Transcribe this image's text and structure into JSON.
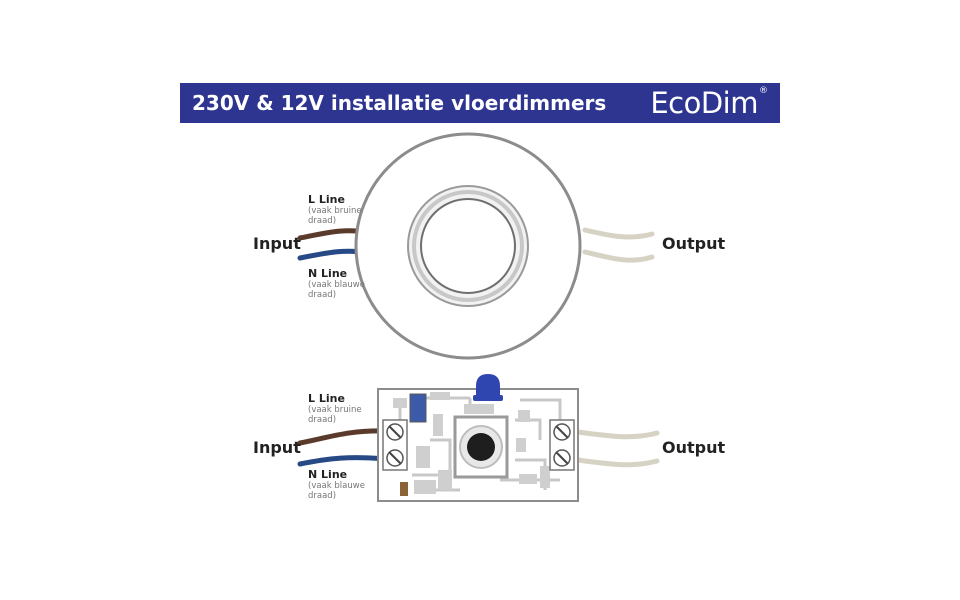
{
  "header": {
    "title": "230V & 12V installatie vloerdimmers",
    "logo_text": "EcoDim",
    "logo_registered": "®"
  },
  "top_diagram": {
    "input_label": "Input",
    "output_label": "Output",
    "l_line": {
      "name": "L Line",
      "note_line1": "(vaak bruine",
      "note_line2": "draad)"
    },
    "n_line": {
      "name": "N Line",
      "note_line1": "(vaak blauwe",
      "note_line2": "draad)"
    }
  },
  "bottom_diagram": {
    "input_label": "Input",
    "output_label": "Output",
    "l_line": {
      "name": "L Line",
      "note_line1": "(vaak bruine",
      "note_line2": "draad)"
    },
    "n_line": {
      "name": "N Line",
      "note_line1": "(vaak blauwe",
      "note_line2": "draad)"
    }
  },
  "colors": {
    "banner": "#2e3591",
    "brown_wire": "#5a3a2a",
    "blue_wire": "#274a86",
    "output_wire": "#d6d2c4",
    "ring": "#8c8c8c",
    "pcb_trace": "#c8c8c8",
    "knob": "#2f46b0"
  }
}
